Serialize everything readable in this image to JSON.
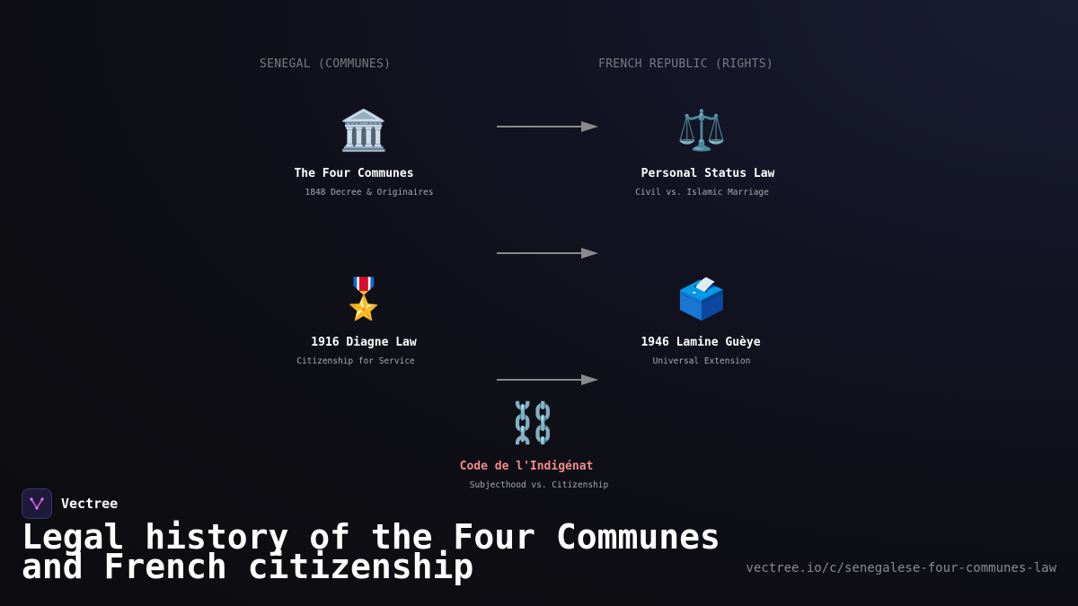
{
  "columns": {
    "left": "SENEGAL (COMMUNES)",
    "right": "FRENCH REPUBLIC (RIGHTS)"
  },
  "nodes": [
    {
      "icon": "classical-building-icon",
      "glyph": "🏛️",
      "title": "The Four Communes",
      "subtitle": "1848 Decree & Originaires"
    },
    {
      "icon": "scales-icon",
      "glyph": "⚖️",
      "title": "Personal Status Law",
      "subtitle": "Civil vs. Islamic Marriage"
    },
    {
      "icon": "military-medal-icon",
      "glyph": "🎖️",
      "title": "1916 Diagne Law",
      "subtitle": "Citizenship for Service"
    },
    {
      "icon": "ballot-box-icon",
      "glyph": "🗳️",
      "title": "1946 Lamine Guèye",
      "subtitle": "Universal Extension"
    },
    {
      "icon": "chains-icon",
      "glyph": "⛓️",
      "title": "Code de l'Indigénat",
      "subtitle": "Subjecthood vs. Citizenship",
      "color": "#f28a8a"
    }
  ],
  "brand": {
    "name": "Vectree",
    "logo_color": "#c04fd8"
  },
  "title": "Legal history of the Four Communes and French citizenship",
  "url": "vectree.io/c/senegalese-four-communes-law"
}
